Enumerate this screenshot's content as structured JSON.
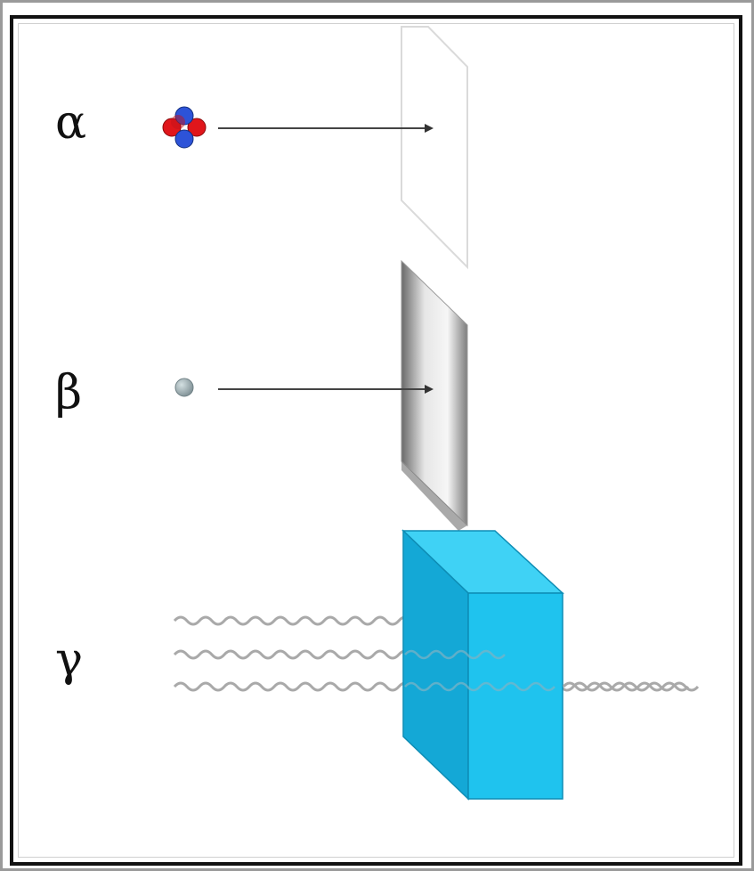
{
  "labels": {
    "alpha": "α",
    "beta": "β",
    "gamma": "γ"
  },
  "colors": {
    "proton": "#e0161b",
    "neutron": "#2d53d8",
    "electron": "#9aa9ad",
    "block_front": "#1fc3ee",
    "block_side": "#14a8d6",
    "block_top": "#3fd2f5",
    "paper": "#d8d8d8",
    "wave": "#a9a9a9"
  },
  "icons": {
    "alpha_particle": "helium-nucleus-icon",
    "beta_particle": "electron-icon"
  }
}
